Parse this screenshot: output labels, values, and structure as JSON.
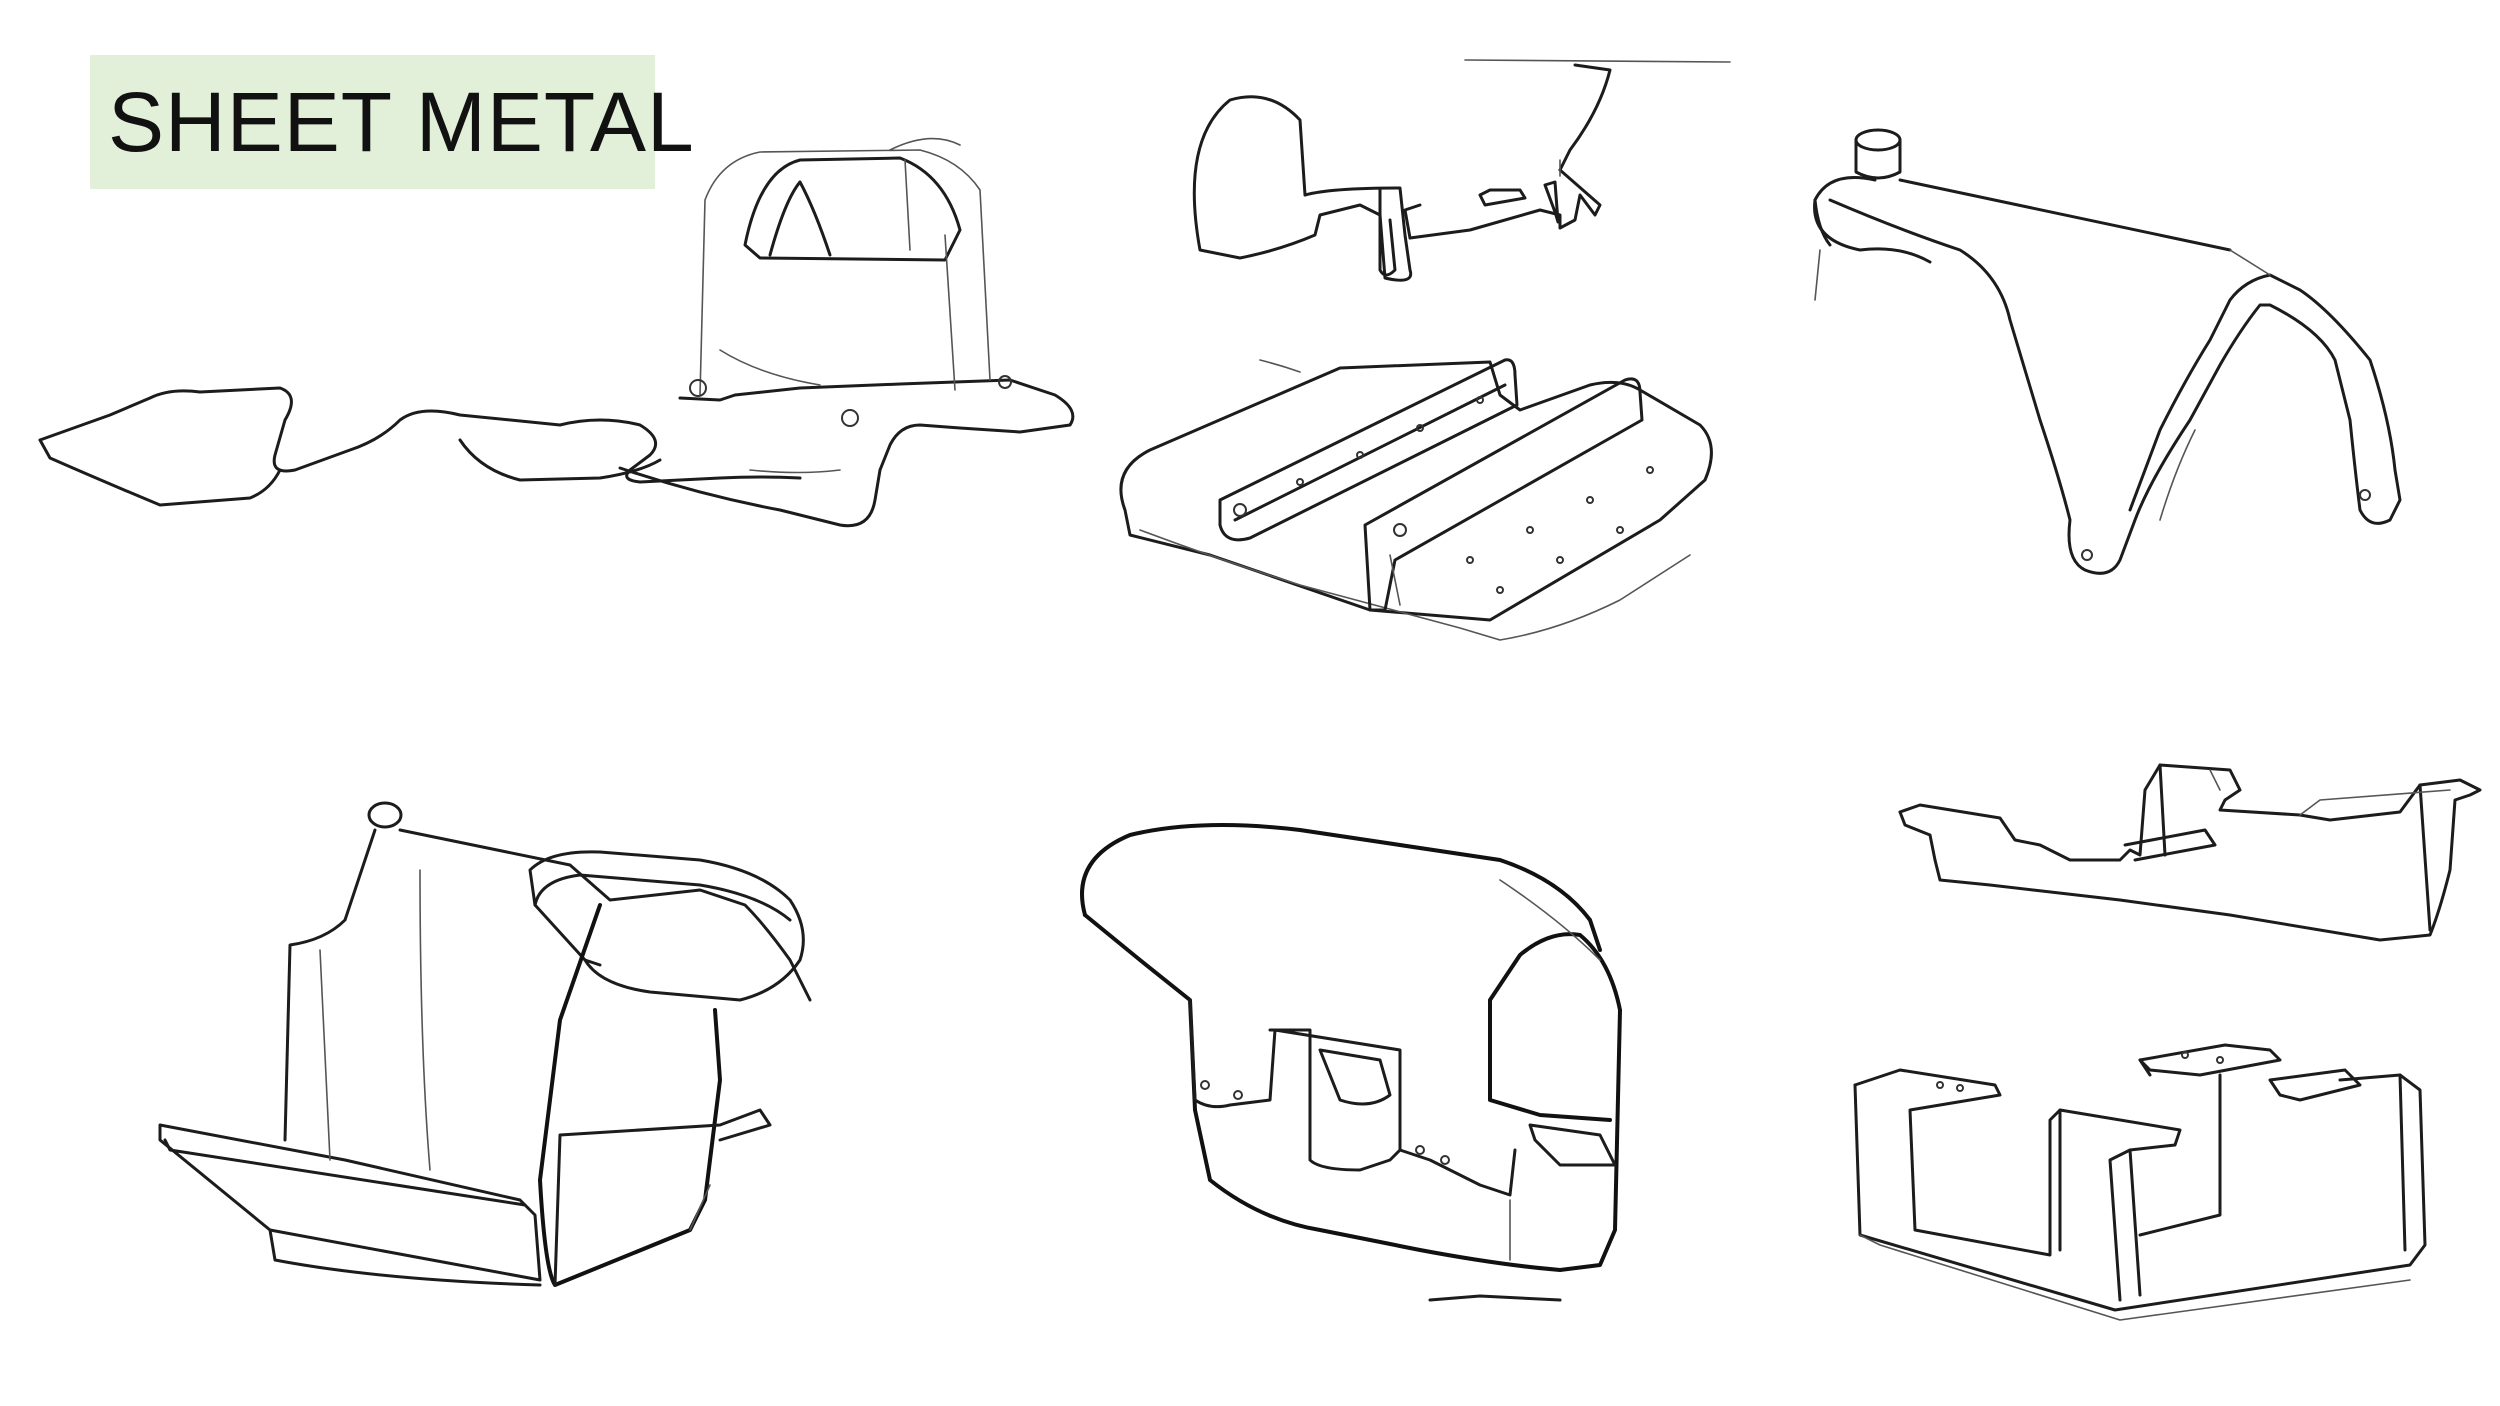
{
  "title": {
    "text": "SHEET METAL",
    "background": "#e2efd9"
  },
  "sketches": [
    "floor-pan-with-seat-frame-sketch",
    "curved-bracket-sketch",
    "ribbed-base-plate-sketch",
    "wishbone-arm-sketch",
    "bent-frame-with-saddle-sketch",
    "hood-enclosure-sketch",
    "u-channel-bracket-sketch",
    "box-frame-with-tabs-sketch"
  ]
}
